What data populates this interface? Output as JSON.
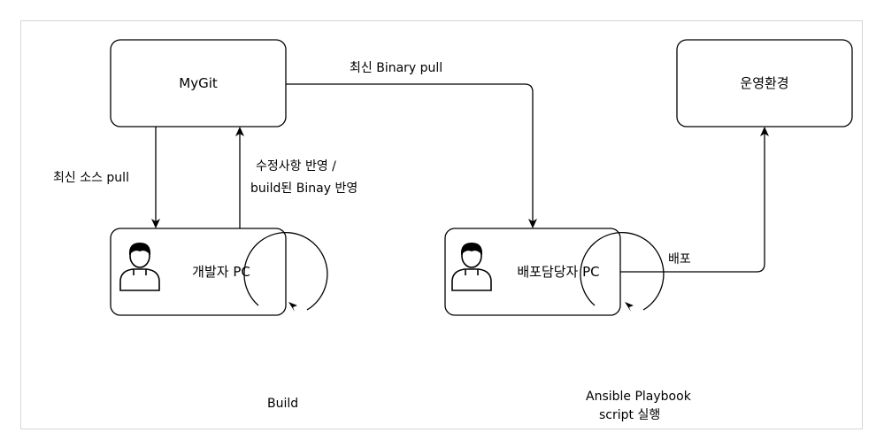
{
  "nodes": {
    "mygit": "MyGit",
    "prod_env": "운영환경",
    "dev_pc": "개발자 PC",
    "deploy_pc": "배포담당자 PC"
  },
  "edges": {
    "latest_binary_pull": "최신 Binary pull",
    "latest_source_pull": "최신 소스 pull",
    "reflect_changes_line1": "수정사항 반영 /",
    "reflect_changes_line2": "build된 Binay 반영",
    "deploy": "배포"
  },
  "loops": {
    "build": "Build",
    "ansible_line1": "Ansible Playbook",
    "ansible_line2": "script 실행"
  }
}
